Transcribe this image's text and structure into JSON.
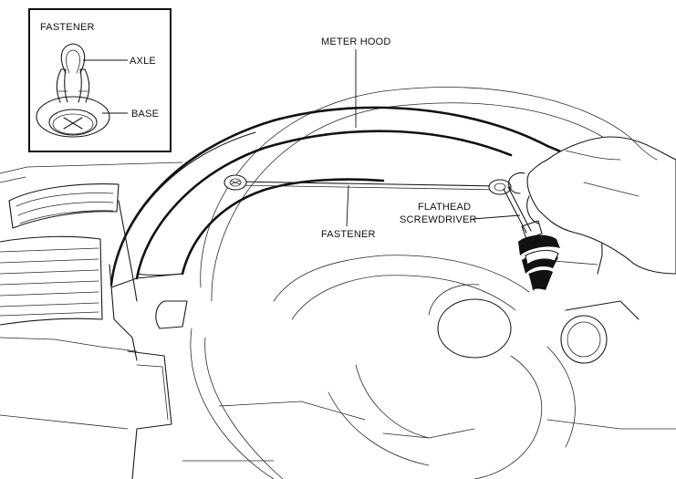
{
  "inset": {
    "title": "FASTENER",
    "axle_label": "AXLE",
    "base_label": "BASE"
  },
  "labels": {
    "meter_hood": "METER HOOD",
    "fastener": "FASTENER",
    "screwdriver_line1": "FLATHEAD",
    "screwdriver_line2": "SCREWDRIVER"
  }
}
